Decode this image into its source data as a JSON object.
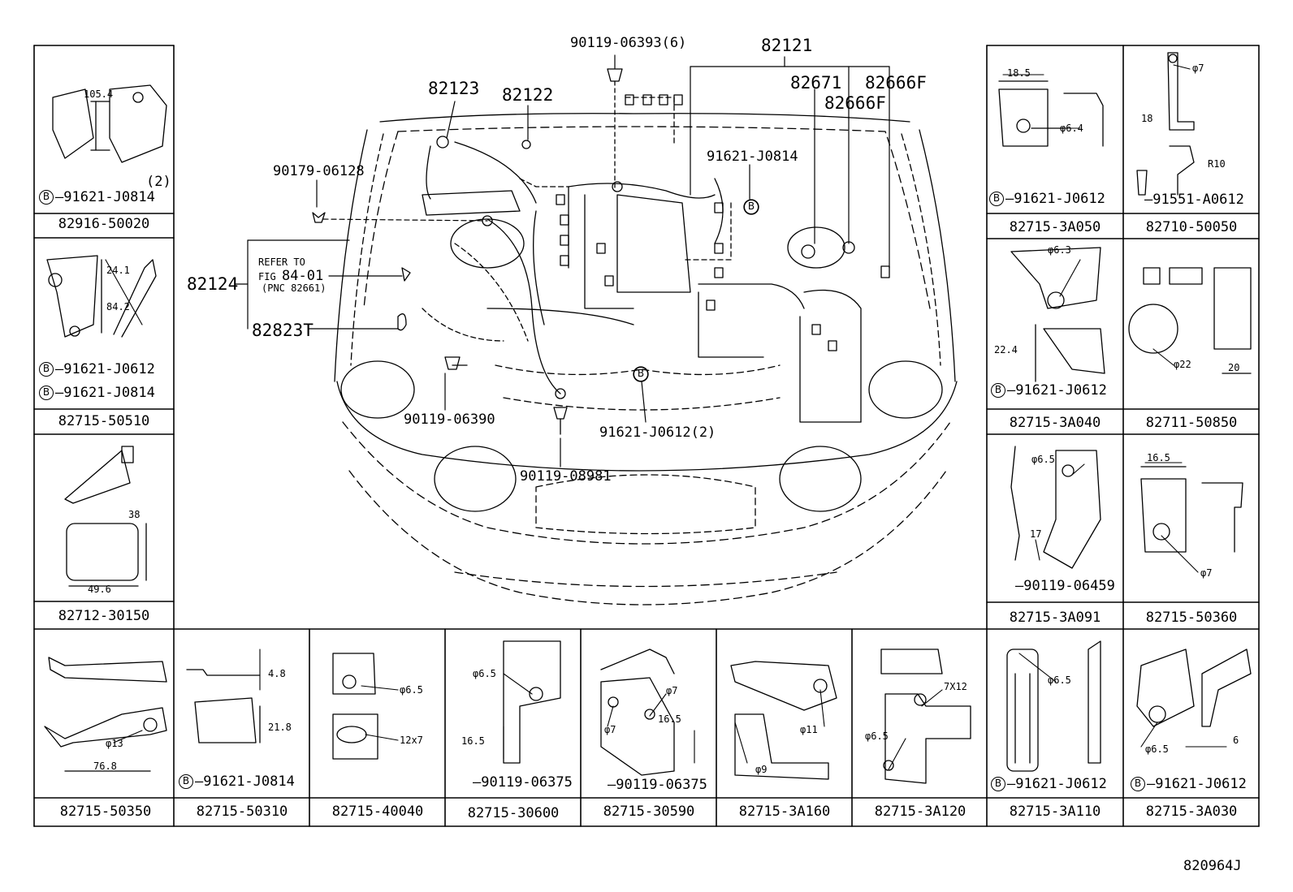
{
  "main": {
    "callouts": {
      "c82121": "82121",
      "c82123": "82123",
      "c82122": "82122",
      "c82671": "82671",
      "c82666f_a": "82666F",
      "c82666f_b": "82666F",
      "c90119_06393": "90119-06393(6)",
      "c90179_06128": "90179-06128",
      "c91621_j0814": "91621-J0814",
      "c82124": "82124",
      "c82823t": "82823T",
      "c90119_06390": "90119-06390",
      "c91621_j0612_2": "91621-J0612(2)",
      "c90119_08981": "90119-08981"
    },
    "refer": {
      "line1": "REFER TO",
      "line2a": "FIG",
      "line2b": "84-01",
      "line3": "(PNC 82661)"
    },
    "b_marker": "B"
  },
  "left_panels": [
    {
      "part": "82916-50020",
      "qty": "(2)",
      "refs": [
        "91621-J0814"
      ],
      "dims": [
        "105.4"
      ]
    },
    {
      "part": "82715-50510",
      "refs": [
        "91621-J0612",
        "91621-J0814"
      ],
      "dims": [
        "24.1",
        "84.2"
      ]
    },
    {
      "part": "82712-30150",
      "refs": [],
      "dims": [
        "38",
        "49.6"
      ]
    }
  ],
  "right_panels": [
    {
      "part": "82715-3A050",
      "refs": [
        "91621-J0612"
      ],
      "dims": [
        "18.5",
        "φ6.4"
      ]
    },
    {
      "part": "82710-50050",
      "refs": [
        "91551-A0612"
      ],
      "dims": [
        "φ7",
        "18",
        "R10"
      ]
    },
    {
      "part": "82715-3A040",
      "refs": [
        "91621-J0612"
      ],
      "dims": [
        "φ6.3",
        "22.4"
      ]
    },
    {
      "part": "82711-50850",
      "refs": [],
      "dims": [
        "φ22",
        "20"
      ]
    },
    {
      "part": "82715-3A091",
      "refs": [
        "90119-06459"
      ],
      "dims": [
        "φ6.5",
        "17"
      ]
    },
    {
      "part": "82715-50360",
      "refs": [],
      "dims": [
        "16.5",
        "φ7"
      ]
    }
  ],
  "bottom_panels": [
    {
      "part": "82715-50350",
      "refs": [],
      "dims": [
        "φ13",
        "76.8"
      ]
    },
    {
      "part": "82715-50310",
      "refs": [
        "91621-J0814"
      ],
      "dims": [
        "4.8",
        "21.8"
      ]
    },
    {
      "part": "82715-40040",
      "refs": [],
      "dims": [
        "φ6.5",
        "12x7"
      ]
    },
    {
      "part": "82715-30600",
      "refs": [
        "90119-06375"
      ],
      "dims": [
        "φ6.5",
        "16.5"
      ]
    },
    {
      "part": "82715-30590",
      "refs": [
        "90119-06375"
      ],
      "dims": [
        "φ7",
        "φ7",
        "16.5"
      ]
    },
    {
      "part": "82715-3A160",
      "refs": [],
      "dims": [
        "φ11",
        "φ9"
      ]
    },
    {
      "part": "82715-3A120",
      "refs": [],
      "dims": [
        "7X12",
        "φ6.5"
      ]
    },
    {
      "part": "82715-3A110",
      "refs": [
        "91621-J0612"
      ],
      "dims": [
        "φ6.5"
      ]
    },
    {
      "part": "82715-3A030",
      "refs": [
        "91621-J0612"
      ],
      "dims": [
        "φ6.5",
        "6"
      ]
    }
  ],
  "figure_id": "820964J"
}
